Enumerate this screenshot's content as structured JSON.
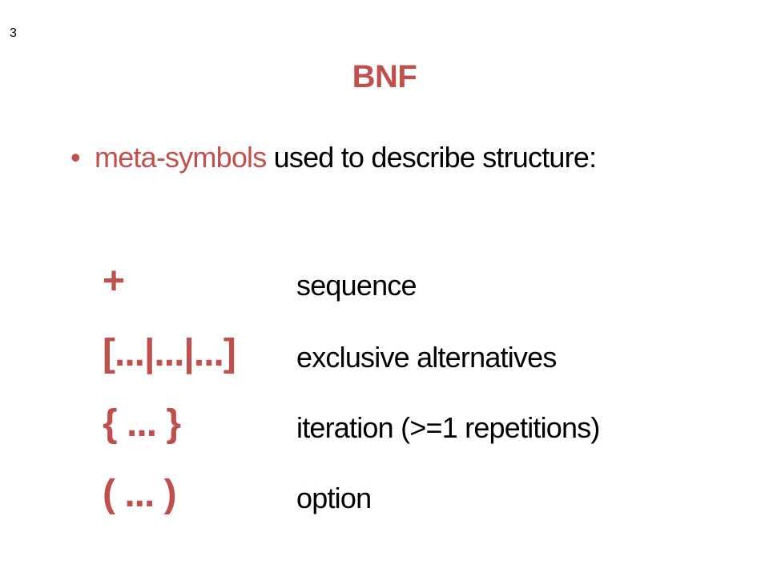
{
  "slide_number": "3",
  "title": "BNF",
  "bullet": {
    "marker": "•",
    "highlight": "meta-symbols",
    "rest": " used to describe structure:"
  },
  "symbols": [
    {
      "symbol": "+",
      "description": "sequence"
    },
    {
      "symbol": "[...|...|...]",
      "description": "exclusive alternatives"
    },
    {
      "symbol": "{ ... }",
      "description": "iteration (>=1 repetitions)"
    },
    {
      "symbol": "( ... )",
      "description": "option"
    }
  ],
  "colors": {
    "accent": "#c0504d",
    "text": "#000000",
    "background": "#ffffff"
  }
}
